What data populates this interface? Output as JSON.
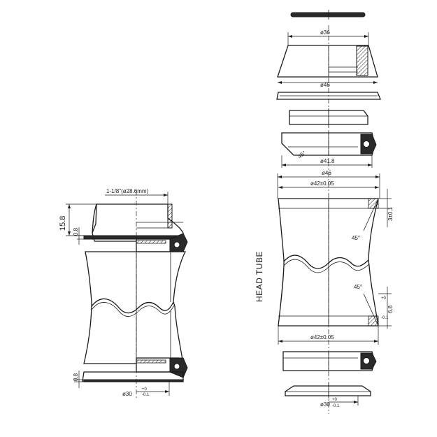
{
  "labels": {
    "left_steerer": "1-1/8\"(ø28.6mm)",
    "left_height": "15.8",
    "left_step_top": "0.8",
    "left_step_bottom": "0.8",
    "left_bottom_dia": "ø30",
    "tol_plus": "+0",
    "tol_minus": "-0.1",
    "right_cap_dia": "ø36",
    "right_cap_outer": "ø46",
    "right_bearing_dia": "ø41.8",
    "right_cup_outer": "ø46",
    "right_bore_top": "ø42±0.05",
    "right_bore_bottom": "ø42±0.05",
    "right_bottom_dia": "ø30",
    "right_depth_top": "3±0.1",
    "right_depth_bottom": "6.8",
    "angle_bearing": "45°",
    "angle_top": "45°",
    "angle_bottom": "45°",
    "head_tube": "HEAD TUBE"
  }
}
